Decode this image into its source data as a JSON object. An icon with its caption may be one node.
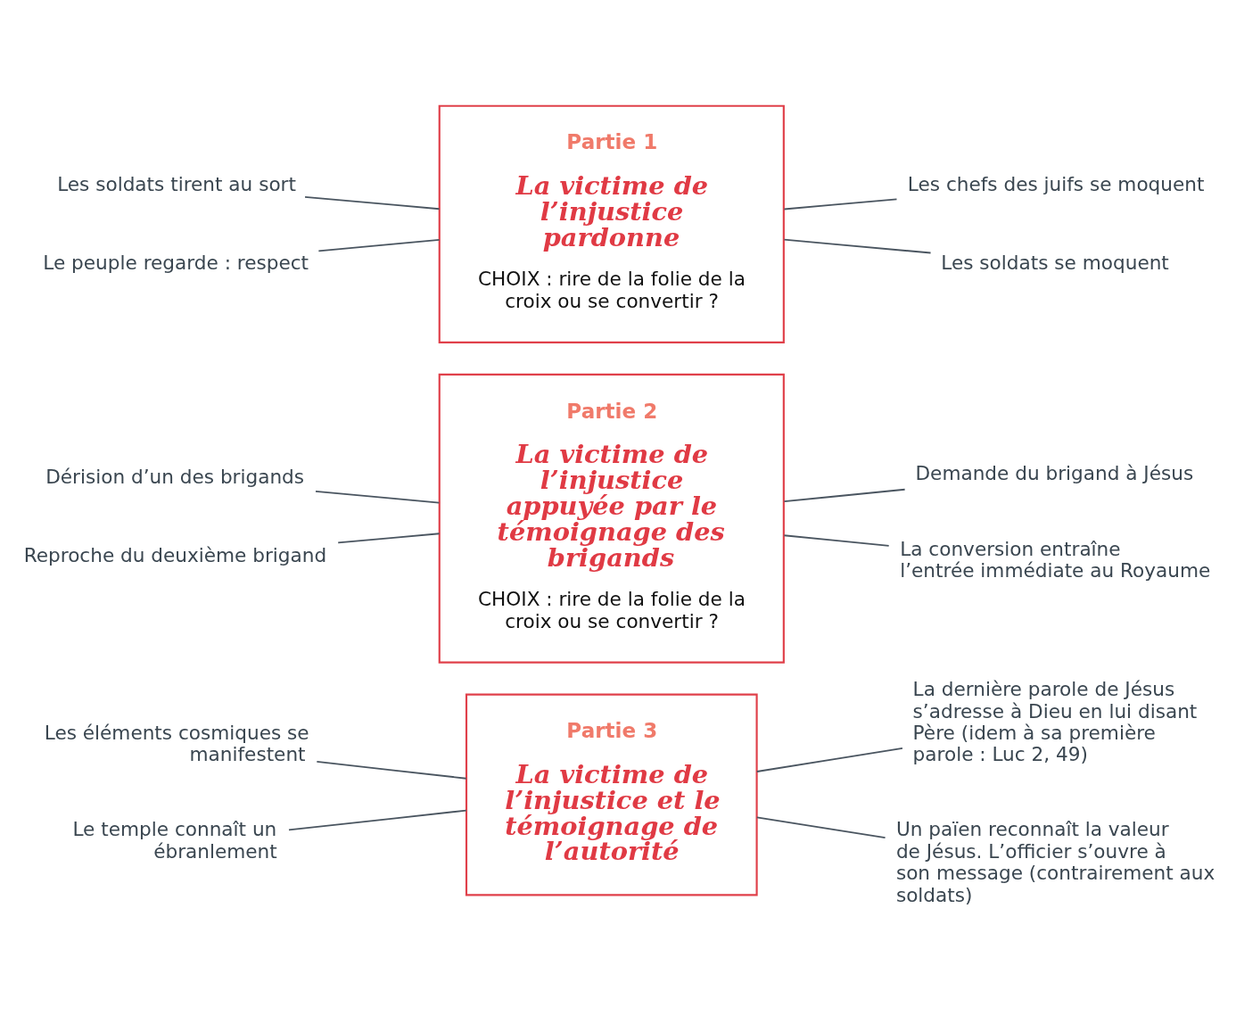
{
  "diagram": {
    "nodes": [
      {
        "text": [
          "Partie 1",
          "La victime de l’injustice pardonne",
          "CHOIX : rire de la folie de la croix ou se convertir ?"
        ]
      },
      {
        "text": [
          "Les soldats tirent au sort"
        ]
      },
      {
        "text": [
          "Le peuple regarde : respect"
        ]
      },
      {
        "text": [
          "Les chefs des juifs se moquent"
        ]
      },
      {
        "text": [
          "Les soldats se moquent"
        ]
      },
      {
        "text": [
          "Partie 2",
          "La victime de l’injustice appuyée par le témoignage des brigands",
          "CHOIX : rire de la folie de la croix ou se convertir ?"
        ]
      },
      {
        "text": [
          "Dérision d’un des brigands"
        ]
      },
      {
        "text": [
          "Reproche du deuxième brigand"
        ]
      },
      {
        "text": [
          "Demande du brigand à Jésus"
        ]
      },
      {
        "text": [
          "La conversion entraîne l’entrée immédiate au Royaume"
        ]
      },
      {
        "text": [
          "Partie 3",
          "La victime de l’injustice et le témoignage de l’autorité"
        ]
      },
      {
        "text": [
          "Les éléments cosmiques se manifestent"
        ]
      },
      {
        "text": [
          "Le temple connaît un ébranlement"
        ]
      },
      {
        "text": [
          "La dernière parole de Jésus s’adresse à Dieu en lui disant Père (idem à sa première parole : Luc 2, 49)"
        ]
      },
      {
        "text": [
          "Un païen reconnaît la valeur de Jésus. L’officier s’ouvre à son message (contrairement aux soldats)"
        ]
      }
    ],
    "edges": [
      {
        "from": 1,
        "to": 0,
        "arrow": "none"
      },
      {
        "from": 2,
        "to": 0,
        "arrow": "none"
      },
      {
        "from": 0,
        "to": 3,
        "arrow": "none"
      },
      {
        "from": 0,
        "to": 4,
        "arrow": "none"
      },
      {
        "from": 6,
        "to": 5,
        "arrow": "none"
      },
      {
        "from": 7,
        "to": 5,
        "arrow": "none"
      },
      {
        "from": 5,
        "to": 8,
        "arrow": "none"
      },
      {
        "from": 5,
        "to": 9,
        "arrow": "none"
      },
      {
        "from": 11,
        "to": 10,
        "arrow": "none"
      },
      {
        "from": 12,
        "to": 10,
        "arrow": "none"
      },
      {
        "from": 10,
        "to": 13,
        "arrow": "none"
      },
      {
        "from": 10,
        "to": 14,
        "arrow": "none"
      }
    ]
  }
}
